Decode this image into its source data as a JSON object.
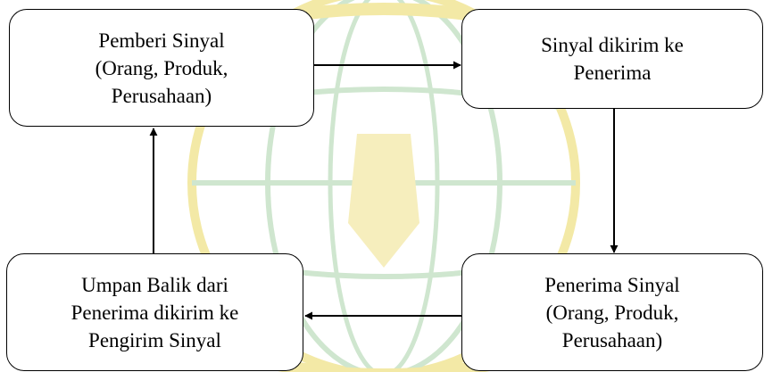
{
  "diagram": {
    "nodes": [
      {
        "id": "sender",
        "lines": [
          "Pemberi Sinyal",
          "(Orang, Produk,",
          "Perusahaan)"
        ]
      },
      {
        "id": "sent",
        "lines": [
          "Sinyal dikirim ke",
          "Penerima"
        ]
      },
      {
        "id": "receiver",
        "lines": [
          "Penerima Sinyal",
          "(Orang, Produk,",
          "Perusahaan)"
        ]
      },
      {
        "id": "feedback",
        "lines": [
          "Umpan Balik dari",
          "Penerima dikirim ke",
          "Pengirim Sinyal"
        ]
      }
    ],
    "edges": [
      {
        "from": "sender",
        "to": "sent"
      },
      {
        "from": "sent",
        "to": "receiver"
      },
      {
        "from": "receiver",
        "to": "feedback"
      },
      {
        "from": "feedback",
        "to": "sender"
      }
    ]
  },
  "colors": {
    "watermark_yellow": "#f3e9a6",
    "watermark_green": "#cfe6cf",
    "border": "#000000",
    "text": "#000000"
  }
}
